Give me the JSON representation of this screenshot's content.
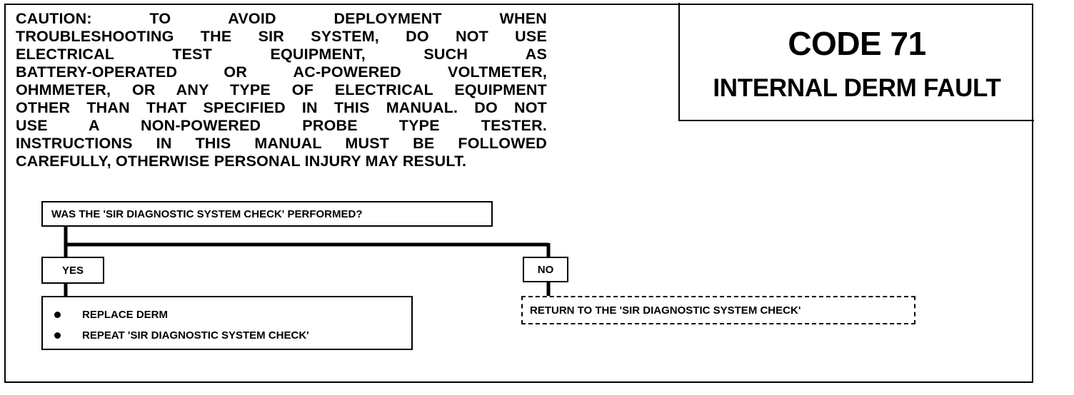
{
  "caution": {
    "lines": [
      "CAUTION:  TO  AVOID  DEPLOYMENT  WHEN",
      "TROUBLESHOOTING THE SIR SYSTEM, DO NOT USE",
      "ELECTRICAL  TEST  EQUIPMENT,  SUCH  AS",
      "BATTERY-OPERATED  OR  AC-POWERED  VOLTMETER,",
      "OHMMETER, OR ANY TYPE OF ELECTRICAL EQUIPMENT",
      "OTHER THAN THAT SPECIFIED IN THIS MANUAL.  DO NOT",
      "USE  A  NON-POWERED  PROBE  TYPE  TESTER.",
      "INSTRUCTIONS IN THIS MANUAL MUST BE FOLLOWED",
      "CAREFULLY, OTHERWISE PERSONAL INJURY MAY RESULT."
    ]
  },
  "code": {
    "title": "CODE 71",
    "subtitle": "INTERNAL DERM FAULT"
  },
  "flow": {
    "question": "WAS THE 'SIR DIAGNOSTIC SYSTEM CHECK' PERFORMED?",
    "yes_label": "YES",
    "no_label": "NO",
    "yes_actions": [
      "REPLACE DERM",
      "REPEAT 'SIR DIAGNOSTIC SYSTEM CHECK'"
    ],
    "no_action": "RETURN TO THE 'SIR DIAGNOSTIC SYSTEM CHECK'"
  }
}
